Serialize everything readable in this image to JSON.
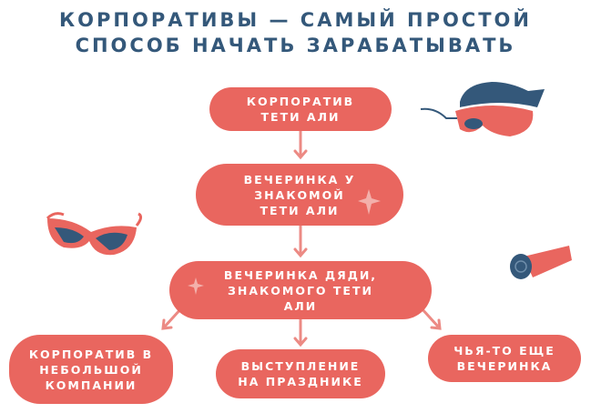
{
  "title": {
    "line1": "КОРПОРАТИВЫ — САМЫЙ ПРОСТОЙ",
    "line2": "СПОСОБ НАЧАТЬ ЗАРАБАТЫВАТЬ"
  },
  "nodes": {
    "n1": "КОРПОРАТИВ ТЕТИ АЛИ",
    "n2": "ВЕЧЕРИНКА У ЗНАКОМОЙ ТЕТИ АЛИ",
    "n3": "ВЕЧЕРИНКА ДЯДИ, ЗНАКОМОГО ТЕТИ АЛИ",
    "n4": "КОРПОРАТИВ В НЕБОЛЬШОЙ КОМПАНИИ",
    "n5": "ВЫСТУПЛЕНИЕ НА ПРАЗДНИКЕ",
    "n6": "ЧЬЯ-ТО ЕЩЕ ВЕЧЕРИНКА"
  },
  "colors": {
    "node": "#e9665f",
    "title": "#34587a",
    "arrow": "#ec8a84"
  }
}
